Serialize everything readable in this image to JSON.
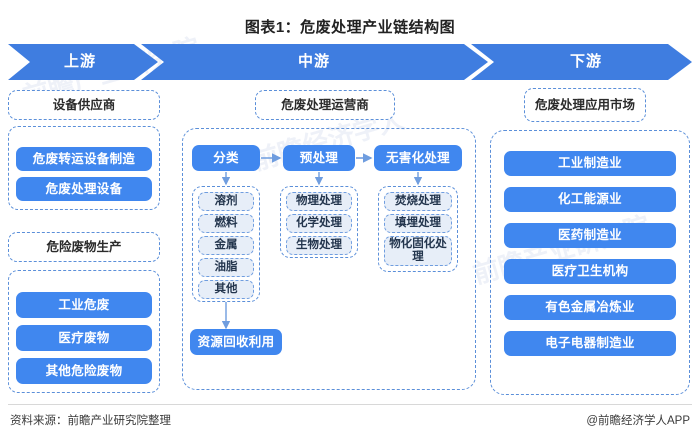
{
  "title": "图表1：危废处理产业链结构图",
  "banner": {
    "upstream": "上游",
    "midstream": "中游",
    "downstream": "下游",
    "color": "#3f7de0"
  },
  "upstream": {
    "headers": {
      "equipment": "设备供应商",
      "generation": "危险废物生产"
    },
    "equipment_items": [
      "危废转运设备制造",
      "危废处理设备"
    ],
    "generation_items": [
      "工业危废",
      "医疗废物",
      "其他危险废物"
    ]
  },
  "midstream": {
    "header": "危废处理运营商",
    "stages": [
      "分类",
      "预处理",
      "无害化处理"
    ],
    "classification_items": [
      "溶剂",
      "燃料",
      "金属",
      "油脂",
      "其他"
    ],
    "pretreatment_items": [
      "物理处理",
      "化学处理",
      "生物处理"
    ],
    "harmless_items": [
      "焚烧处理",
      "填埋处理",
      "物化固化处理"
    ],
    "recycle": "资源回收利用"
  },
  "downstream": {
    "header": "危废处理应用市场",
    "items": [
      "工业制造业",
      "化工能源业",
      "医药制造业",
      "医疗卫生机构",
      "有色金属冶炼业",
      "电子电器制造业"
    ]
  },
  "footer": {
    "source": "资料来源：前瞻产业研究院整理",
    "credit": "@前瞻经济学人APP"
  },
  "watermarks": [
    "前瞻产业研究院",
    "前瞻经济学人",
    "前瞻产业研究院"
  ],
  "colors": {
    "blue_pill": "#4087ef",
    "dashed_border": "#5b8fd9",
    "sub_fill": "#e7eef8",
    "banner": "#3f7de0"
  }
}
